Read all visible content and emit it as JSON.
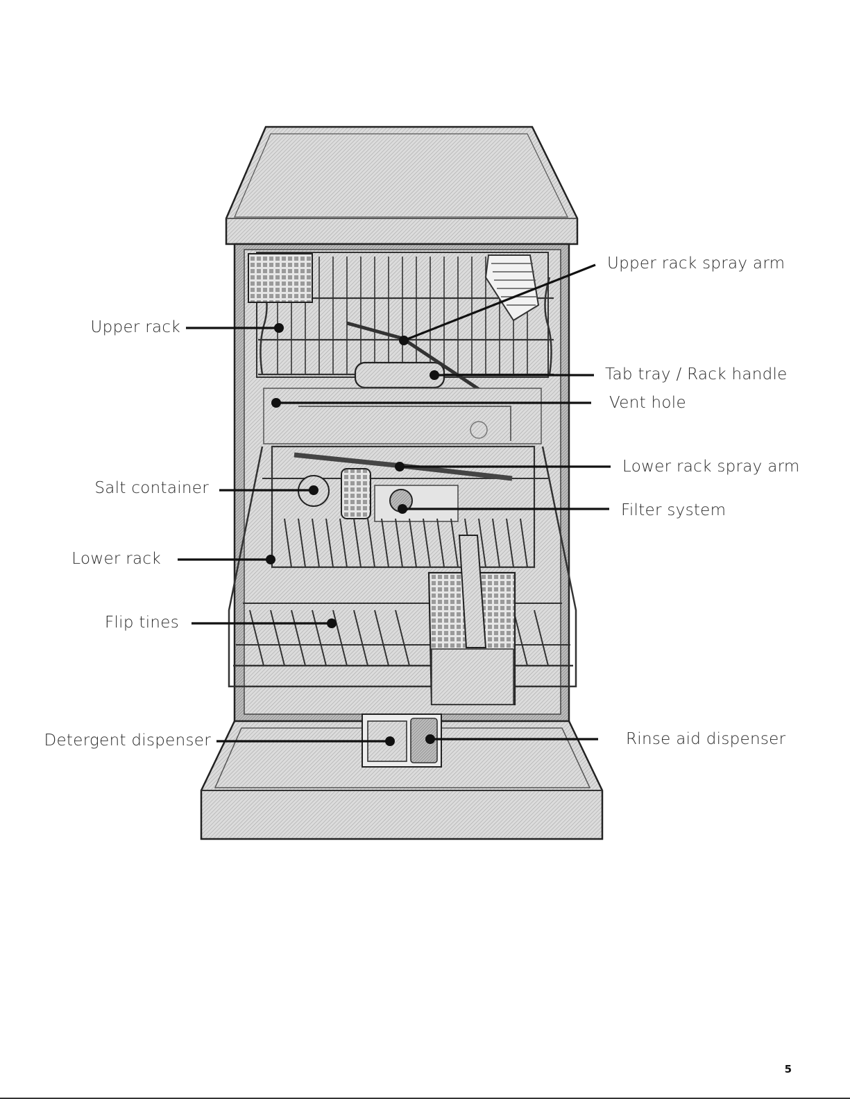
{
  "labels": {
    "upper_rack": "Upper rack",
    "salt_container": "Salt container",
    "lower_rack": "Lower rack",
    "flip_tines": "Flip tines",
    "detergent_dispenser": "Detergent dispenser",
    "upper_rack_spray_arm": "Upper rack spray arm",
    "tab_tray_rack_handle": "Tab tray / Rack handle",
    "vent_hole": "Vent hole",
    "lower_rack_spray_arm": "Lower rack spray arm",
    "filter_system": "Filter system",
    "rinse_aid_dispenser": "Rinse aid dispenser"
  },
  "page_number": "5"
}
